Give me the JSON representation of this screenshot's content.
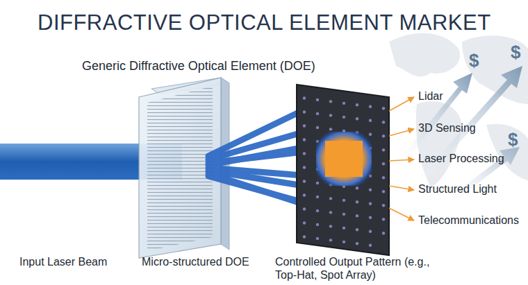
{
  "diagram": {
    "title": "DIFFRACTIVE OPTICAL ELEMENT MARKET",
    "labels": [
      "Generic Diffractive Optical Element (DOE)",
      "Input Laser Beam",
      "Micro-structured DOE",
      "Controlled Output Pattern (e.g., Top-Hat, Spot Array)",
      "Lidar",
      "3D Sensing",
      "Laser Processing",
      "Structured Light",
      "Telecommunications",
      "$",
      "$",
      "$"
    ]
  }
}
